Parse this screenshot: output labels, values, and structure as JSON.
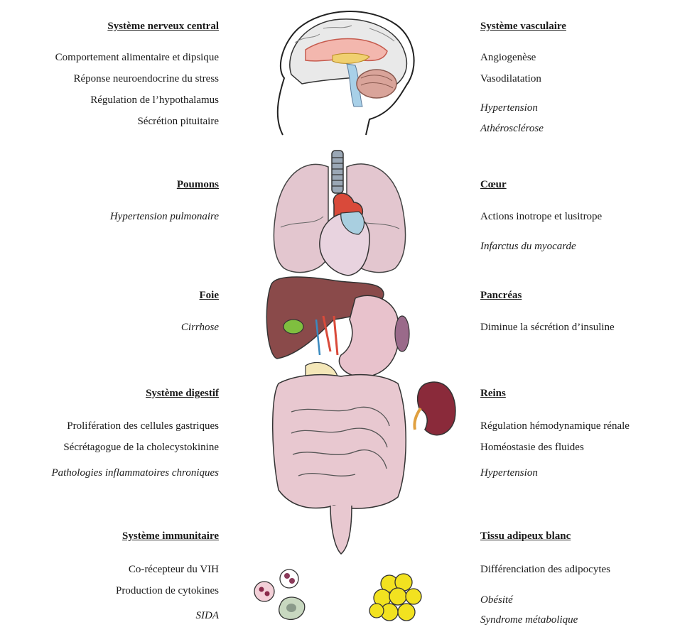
{
  "left": [
    {
      "title": "Système nerveux central",
      "lines": [
        {
          "text": "Comportement alimentaire et dipsique",
          "italic": false
        },
        {
          "text": "Réponse neuroendocrine du stress",
          "italic": false
        },
        {
          "text": "Régulation de l’hypothalamus",
          "italic": false
        },
        {
          "text": "Sécrétion pituitaire",
          "italic": false
        }
      ]
    },
    {
      "title": "Poumons",
      "lines": [
        {
          "text": "Hypertension pulmonaire",
          "italic": true
        }
      ]
    },
    {
      "title": "Foie",
      "lines": [
        {
          "text": "Cirrhose",
          "italic": true
        }
      ]
    },
    {
      "title": "Système digestif",
      "lines": [
        {
          "text": "Prolifération des cellules gastriques",
          "italic": false
        },
        {
          "text": "Sécrétagogue de la cholecystokinine",
          "italic": false
        },
        {
          "text": "Pathologies inflammatoires chroniques",
          "italic": true
        }
      ]
    },
    {
      "title": "Système immunitaire",
      "lines": [
        {
          "text": "Co-récepteur du VIH",
          "italic": false
        },
        {
          "text": "Production de cytokines",
          "italic": false
        },
        {
          "text": "SIDA",
          "italic": true
        }
      ]
    }
  ],
  "right": [
    {
      "title": "Système vasculaire",
      "lines": [
        {
          "text": "Angiogenèse",
          "italic": false
        },
        {
          "text": "Vasodilatation",
          "italic": false
        },
        {
          "text": "Hypertension",
          "italic": true
        },
        {
          "text": "Athérosclérose",
          "italic": true
        }
      ]
    },
    {
      "title": "Cœur",
      "lines": [
        {
          "text": "Actions inotrope et lusitrope",
          "italic": false
        },
        {
          "text": "Infarctus du myocarde",
          "italic": true
        }
      ]
    },
    {
      "title": "Pancréas",
      "lines": [
        {
          "text": "Diminue la sécrétion d’insuline",
          "italic": false
        }
      ]
    },
    {
      "title": "Reins",
      "lines": [
        {
          "text": "Régulation  hémodynamique rénale",
          "italic": false
        },
        {
          "text": "Homéostasie des fluides",
          "italic": false
        },
        {
          "text": "Hypertension",
          "italic": true
        }
      ]
    },
    {
      "title": "Tissu adipeux blanc",
      "lines": [
        {
          "text": "Différenciation des adipocytes",
          "italic": false
        },
        {
          "text": "Obésité",
          "italic": true
        },
        {
          "text": "Syndrome métabolique",
          "italic": true
        }
      ]
    }
  ]
}
